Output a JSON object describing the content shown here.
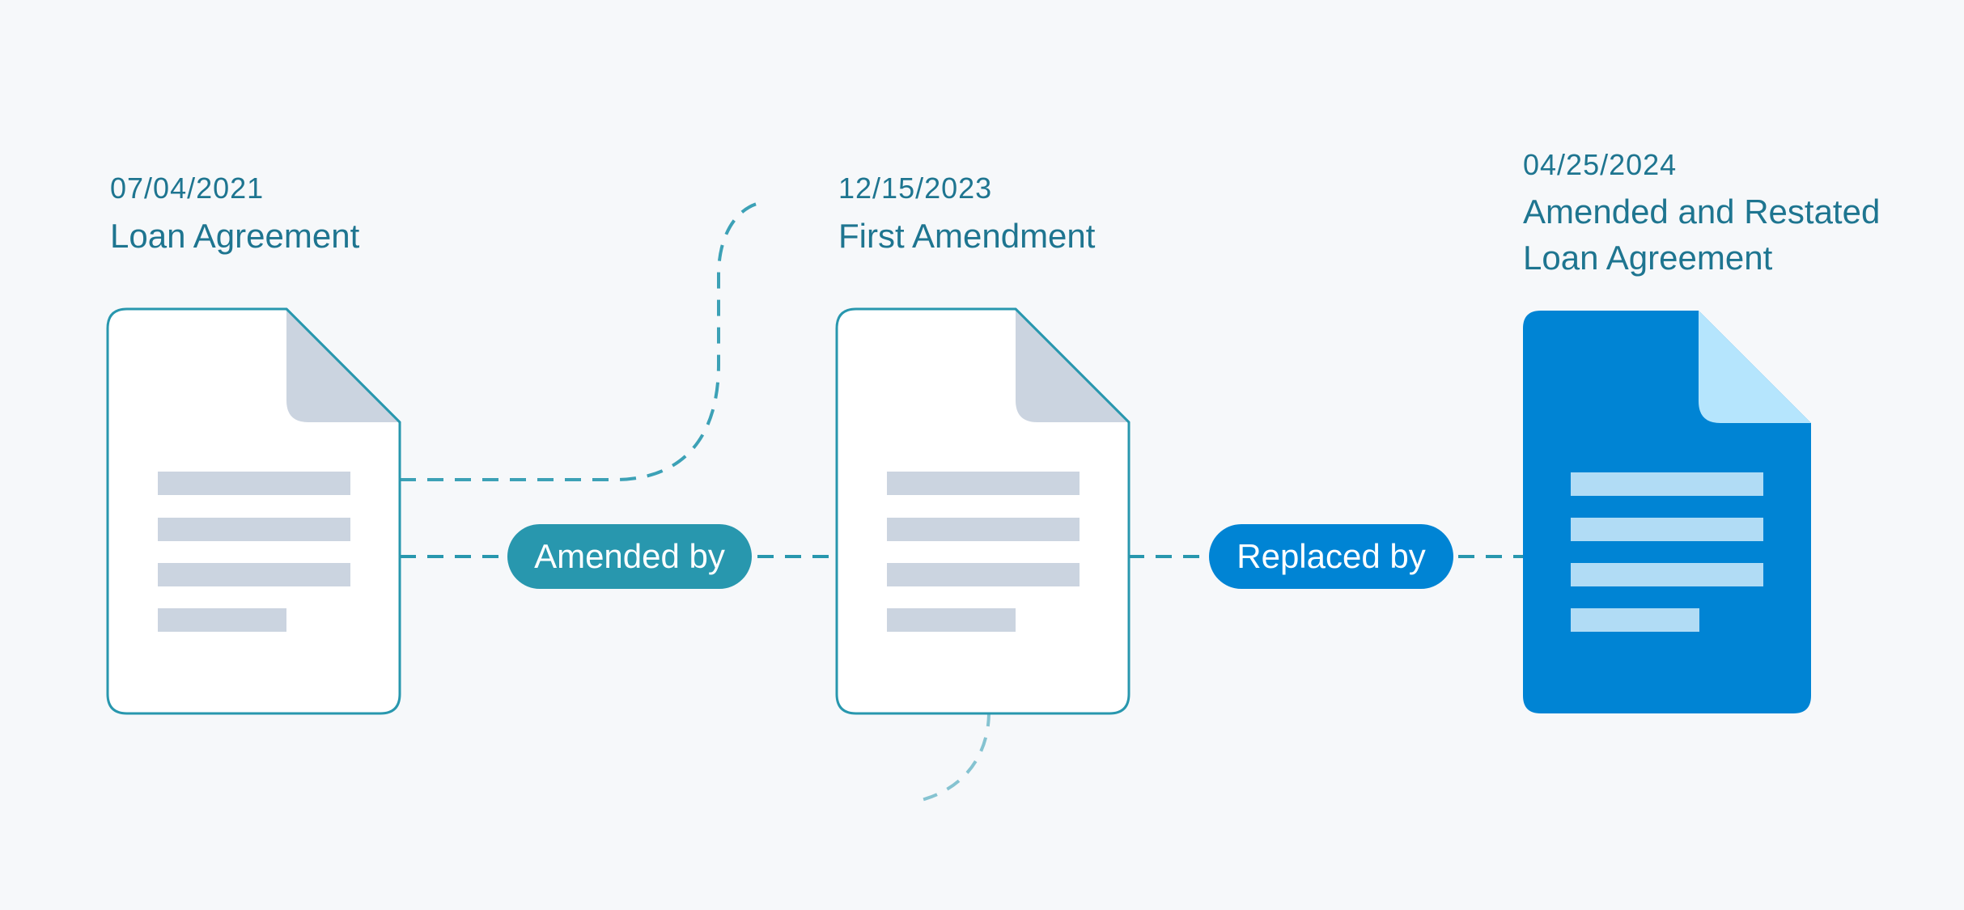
{
  "documents": [
    {
      "date": "07/04/2021",
      "title_line1": "Loan Agreement",
      "title_line2": ""
    },
    {
      "date": "12/15/2023",
      "title_line1": "First Amendment",
      "title_line2": ""
    },
    {
      "date": "04/25/2024",
      "title_line1": "Amended and Restated",
      "title_line2": "Loan Agreement"
    }
  ],
  "relations": [
    {
      "label": "Amended by"
    },
    {
      "label": "Replaced by"
    }
  ],
  "colors": {
    "background": "#f6f8fa",
    "teal": "#2897ae",
    "label_text": "#1e7590",
    "active_blue": "#0084d4",
    "doc_fold": "#cbd4e0",
    "doc_lines": "#cbd4e0",
    "active_fold": "#b5e5fd",
    "active_lines": "#b1dcf5"
  },
  "icons": [
    "document-icon",
    "document-icon",
    "document-filled-icon"
  ]
}
